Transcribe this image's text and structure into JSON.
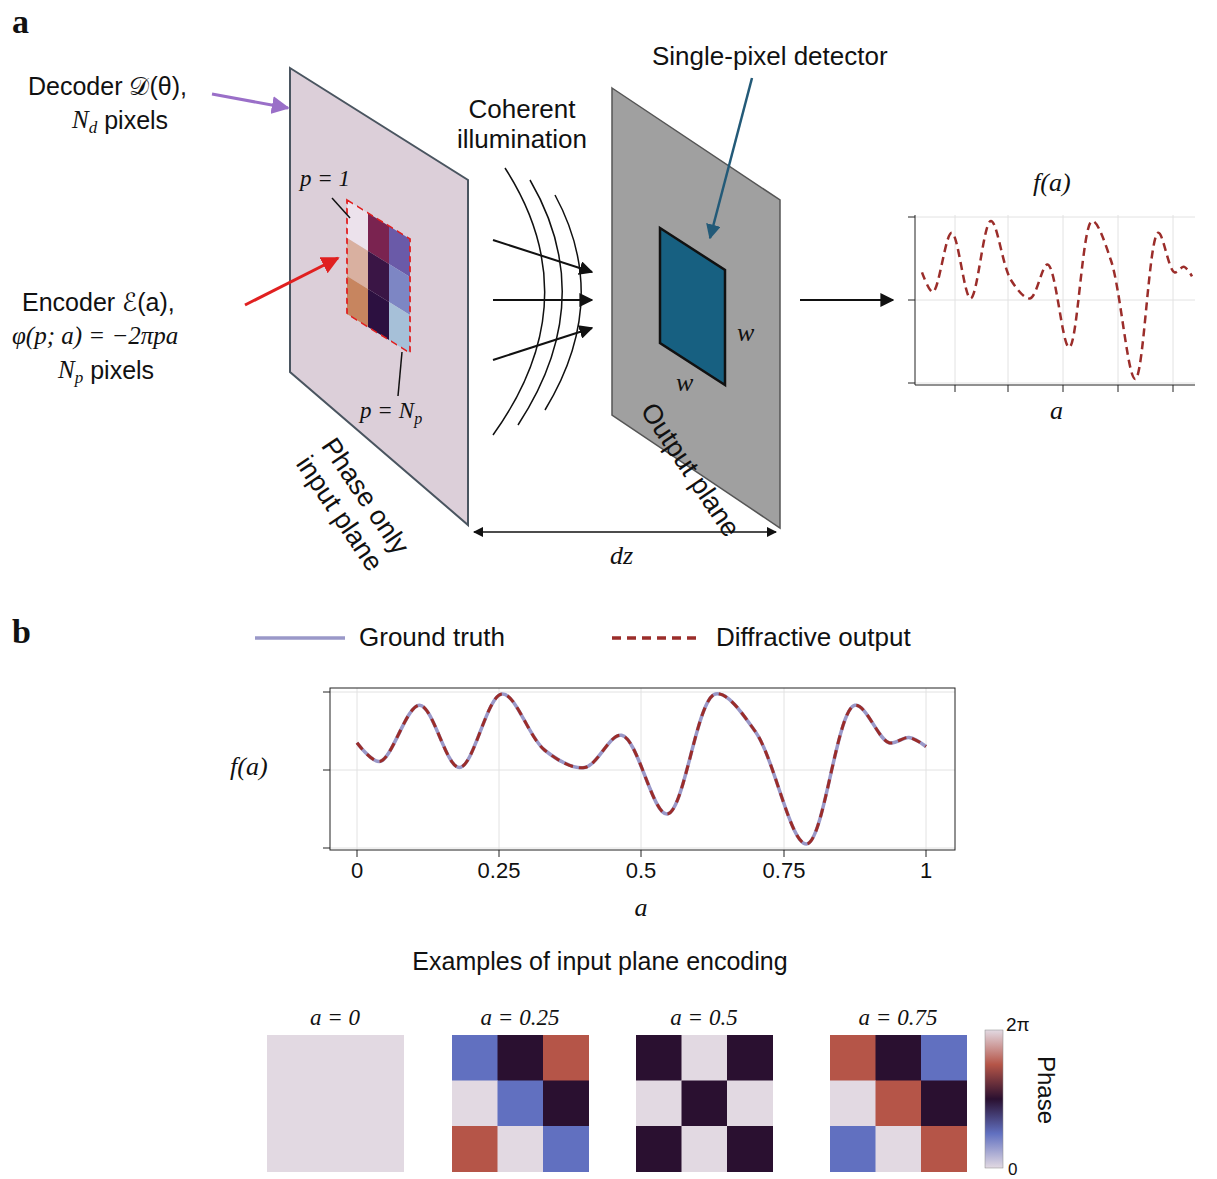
{
  "diagram": {
    "labels": [
      "a",
      "Decoder 𝒟(θ),",
      "N",
      "d",
      "pixels",
      "Encoder ℰ(a),",
      "φ(p; a) = −2πpa",
      "N",
      "p",
      "pixels",
      "p = 1",
      "p =",
      "N",
      "p",
      "Phase only input plane",
      "Coherent illumination",
      "Single-pixel detector",
      "w",
      "w",
      "Output plane",
      "dz",
      "f(a)",
      "a",
      "b",
      "f(a)",
      "0",
      "0.25",
      "0.5",
      "0.75",
      "1",
      "a",
      "Examples of input plane encoding",
      "a = 0",
      "a = 0.25",
      "a = 0.5",
      "a = 0.75",
      "2π",
      "0",
      "Phase"
    ],
    "legend": [
      {
        "text": "Ground truth"
      },
      {
        "text": "Diffractive output"
      }
    ]
  }
}
